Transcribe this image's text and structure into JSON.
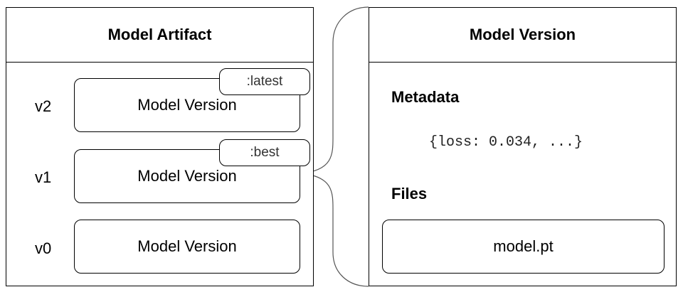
{
  "artifact": {
    "title": "Model Artifact",
    "versions": [
      {
        "label": "v2",
        "box_text": "Model Version",
        "tag": ":latest"
      },
      {
        "label": "v1",
        "box_text": "Model Version",
        "tag": ":best"
      },
      {
        "label": "v0",
        "box_text": "Model Version",
        "tag": ""
      }
    ]
  },
  "version_detail": {
    "title": "Model Version",
    "metadata_heading": "Metadata",
    "metadata_value": "{loss: 0.034, ...}",
    "files_heading": "Files",
    "file_name": "model.pt"
  }
}
